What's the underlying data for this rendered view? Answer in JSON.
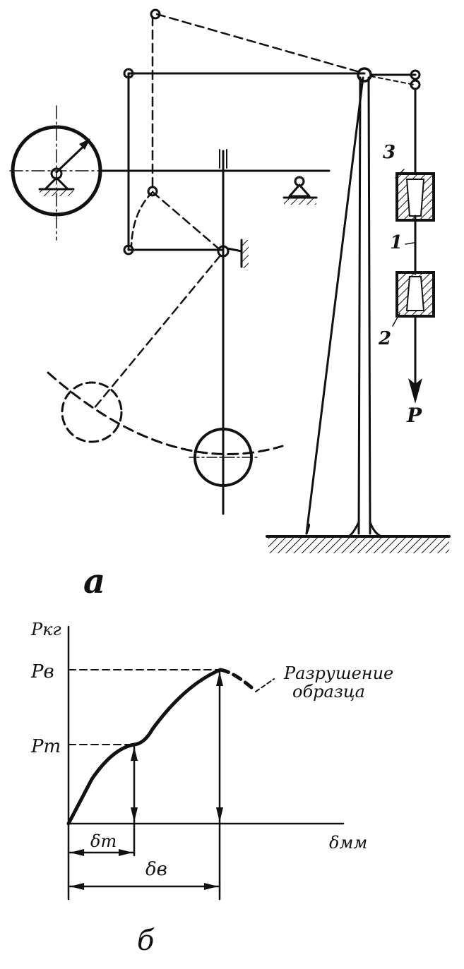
{
  "figure_a": {
    "caption": "а",
    "labels": {
      "grip_top": "3",
      "specimen": "1",
      "grip_bottom": "2",
      "force": "P"
    }
  },
  "figure_b": {
    "caption": "б",
    "axis_y": "Pкг",
    "axis_x": "δмм",
    "tick_y_high": "Pв",
    "tick_y_low": "Pт",
    "dim_short": "δт",
    "dim_long": "δв",
    "annotation_line1": "Разрушение",
    "annotation_line2": "образца"
  },
  "colors": {
    "ink": "#111111",
    "background": "#ffffff"
  }
}
